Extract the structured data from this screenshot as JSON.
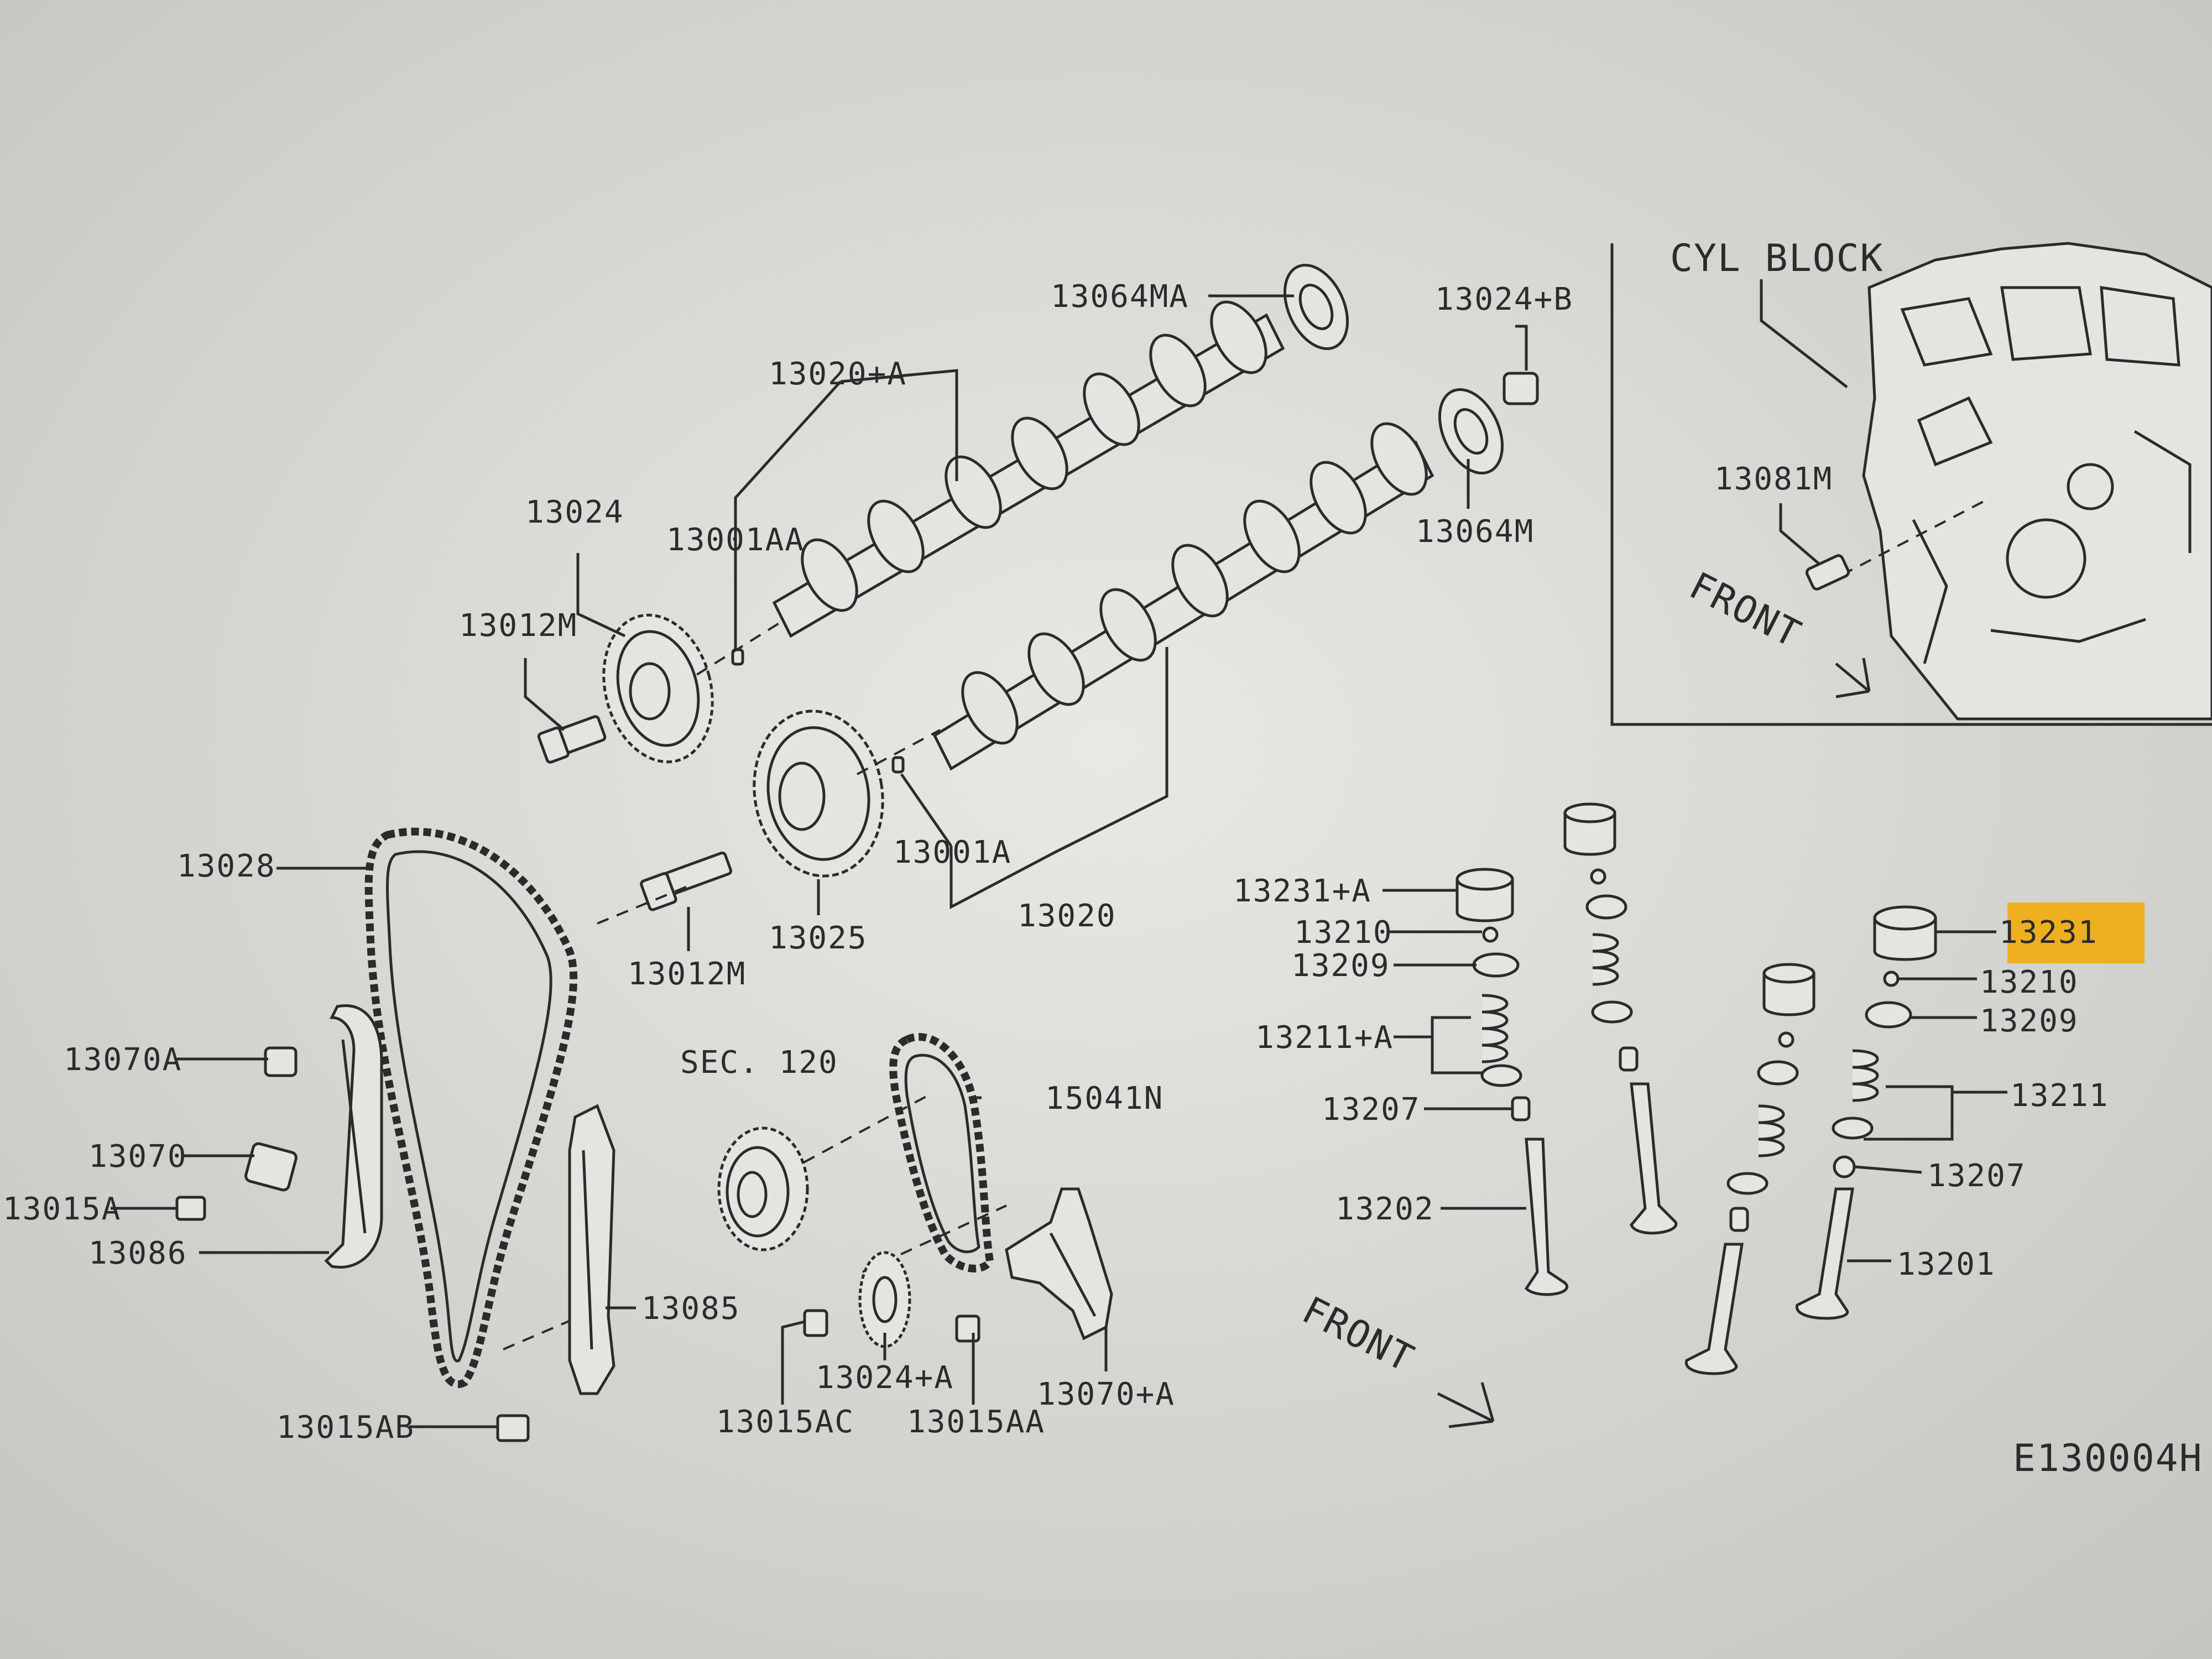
{
  "diagram_code": "E130004H",
  "highlight_color": "#f2a900",
  "inset": {
    "title": "CYL BLOCK",
    "part": "13081M",
    "front": "FRONT"
  },
  "front_label": "FRONT",
  "labels": {
    "p13064MA": "13064MA",
    "p13024B": "13024+B",
    "p13020A": "13020+A",
    "p13024": "13024",
    "p13001AA": "13001AA",
    "p13012M_a": "13012M",
    "p13064M": "13064M",
    "p13028": "13028",
    "p13001A": "13001A",
    "p13025": "13025",
    "p13020": "13020",
    "p13012M_b": "13012M",
    "p13070A": "13070A",
    "p13070": "13070",
    "p13015A": "13015A",
    "p13086": "13086",
    "sec120": "SEC. 120",
    "p15041N": "15041N",
    "p13085": "13085",
    "p13015AB": "13015AB",
    "p13015AC": "13015AC",
    "p13024A": "13024+A",
    "p13015AA": "13015AA",
    "p13070plusA": "13070+A",
    "p13231A": "13231+A",
    "p13210_l": "13210",
    "p13209_l": "13209",
    "p13211A": "13211+A",
    "p13207_l": "13207",
    "p13202": "13202",
    "p13231": "13231",
    "p13210_r": "13210",
    "p13209_r": "13209",
    "p13211": "13211",
    "p13207_r": "13207",
    "p13201": "13201"
  }
}
